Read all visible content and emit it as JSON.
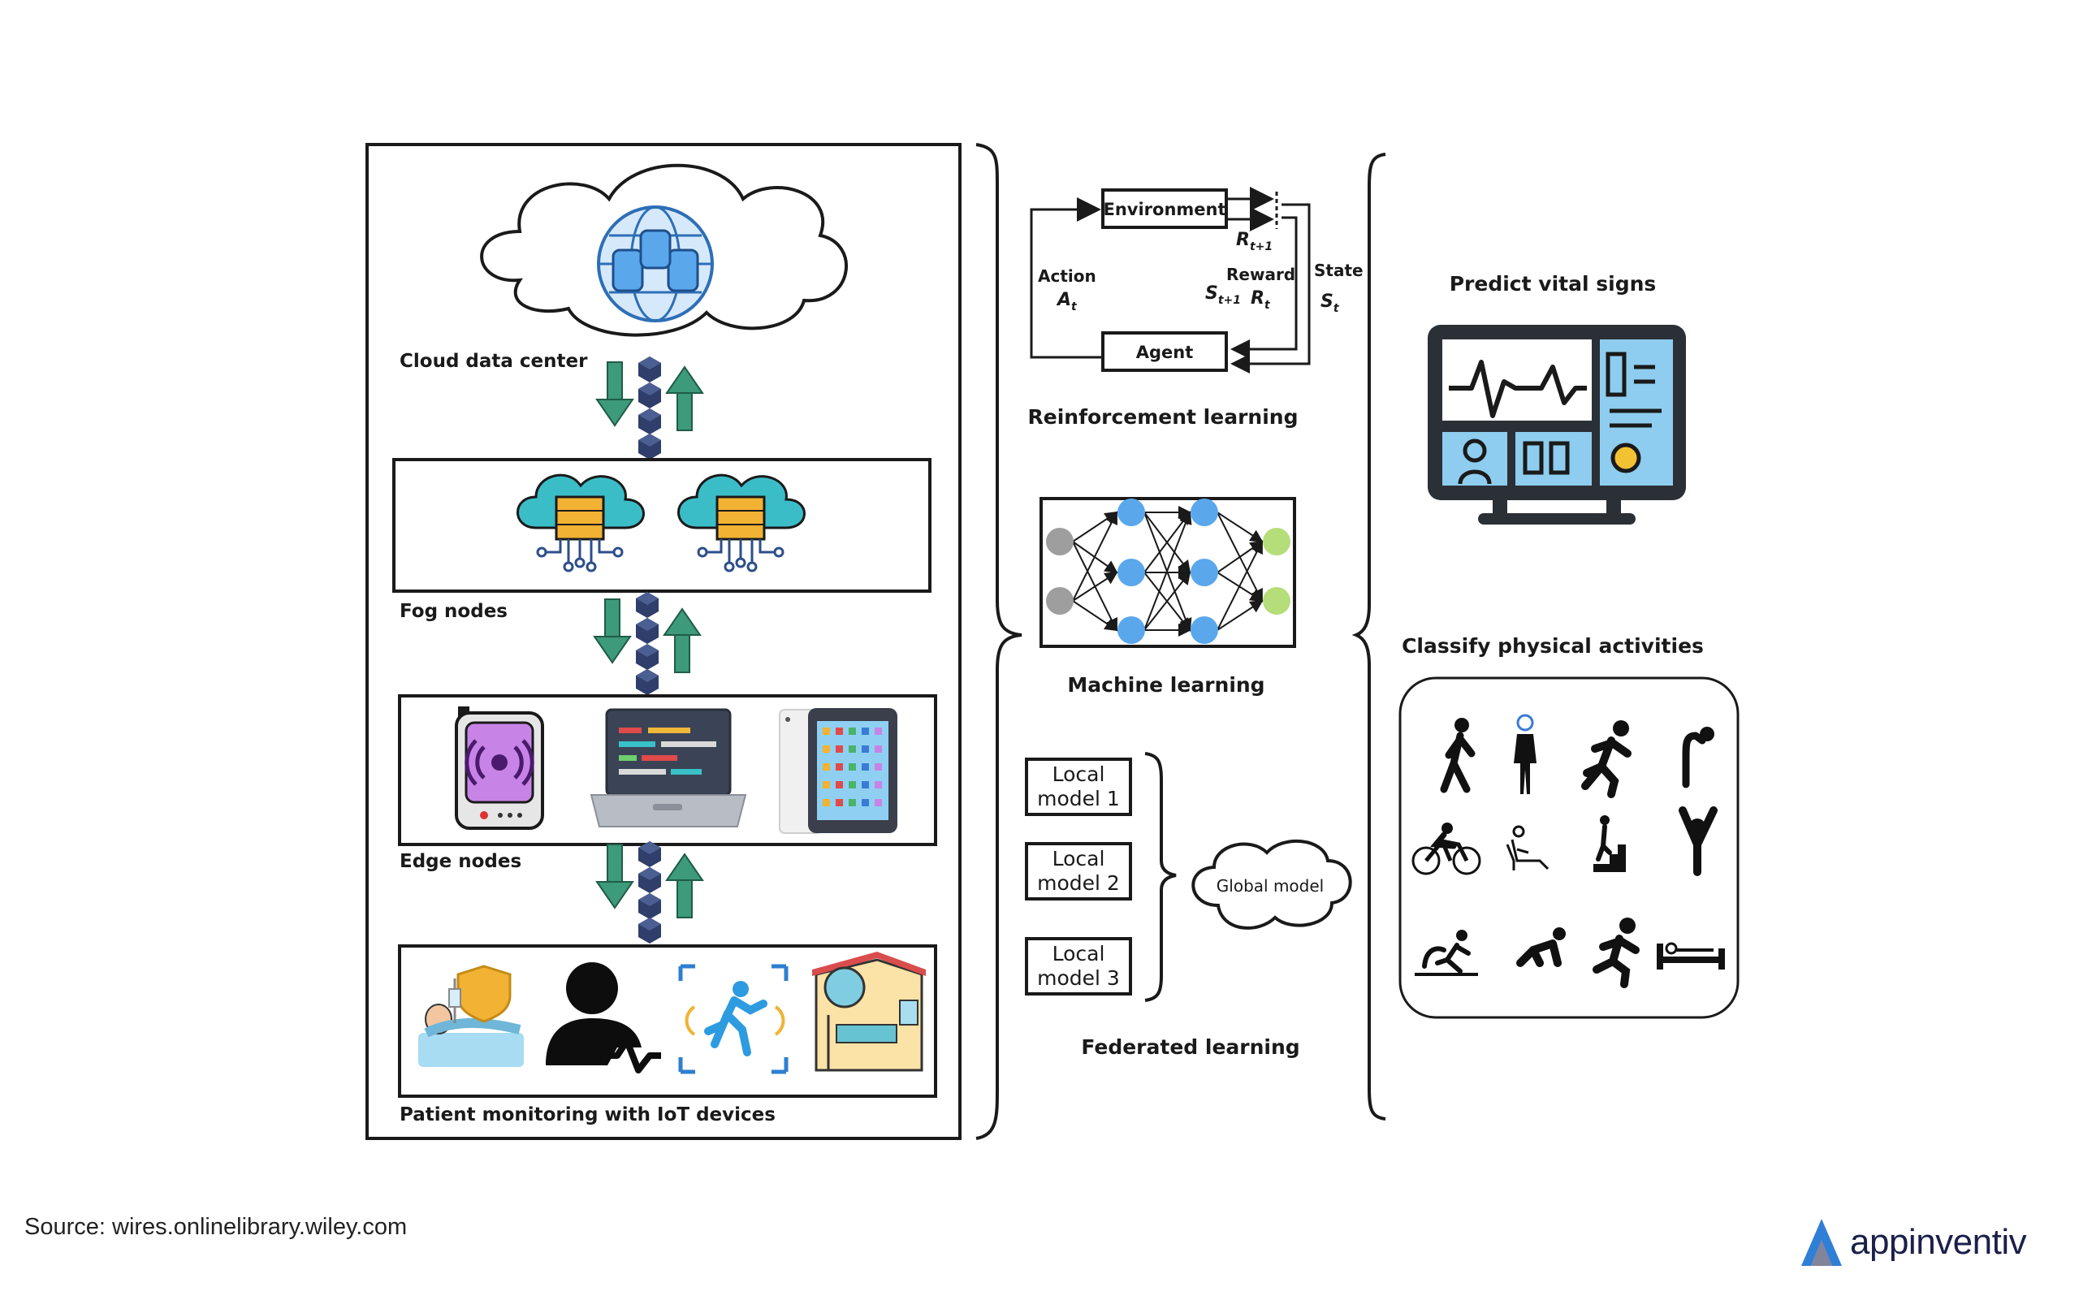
{
  "left_panel": {
    "cloud_label": "Cloud data center",
    "fog_label": "Fog nodes",
    "edge_label": "Edge nodes",
    "iot_label": "Patient monitoring with IoT devices"
  },
  "reinforcement": {
    "environment": "Environment",
    "agent": "Agent",
    "action": "Action",
    "action_sym": "A",
    "action_sub": "t",
    "reward": "Reward",
    "reward_sym": "R",
    "reward_sub": "t",
    "reward_next_sym": "R",
    "reward_next_sub": "t+1",
    "state": "State",
    "state_sym": "S",
    "state_sub": "t",
    "state_next_sym": "S",
    "state_next_sub": "t+1",
    "title": "Reinforcement learning"
  },
  "machine_learning": {
    "title": "Machine learning"
  },
  "federated": {
    "local_models": [
      {
        "line1": "Local",
        "line2": "model 1"
      },
      {
        "line1": "Local",
        "line2": "model 2"
      },
      {
        "line1": "Local",
        "line2": "model 3"
      }
    ],
    "global_model": "Global model",
    "title": "Federated learning"
  },
  "right_panel": {
    "vitals_title": "Predict vital signs",
    "activities_title": "Classify physical activities",
    "activity_icons": [
      "walking-person-icon",
      "standing-person-icon",
      "running-person-icon",
      "bending-person-icon",
      "cycling-person-icon",
      "reclining-person-icon",
      "stair-climbing-icon",
      "arms-raised-icon",
      "jumping-person-icon",
      "crawling-person-icon",
      "sprinting-person-icon",
      "lying-in-bed-icon"
    ]
  },
  "footer": {
    "source": "Source: wires.onlinelibrary.wiley.com",
    "brand": "appinventiv"
  },
  "colors": {
    "frame": "#1a1a1a",
    "arrow_green": "#3d9a7a",
    "hex_chain": "#2f3e6a",
    "node_blue": "#5aa7ec",
    "node_gray": "#9e9e9e",
    "node_green": "#b5dd7a",
    "brand_blue": "#2f7fd6"
  }
}
